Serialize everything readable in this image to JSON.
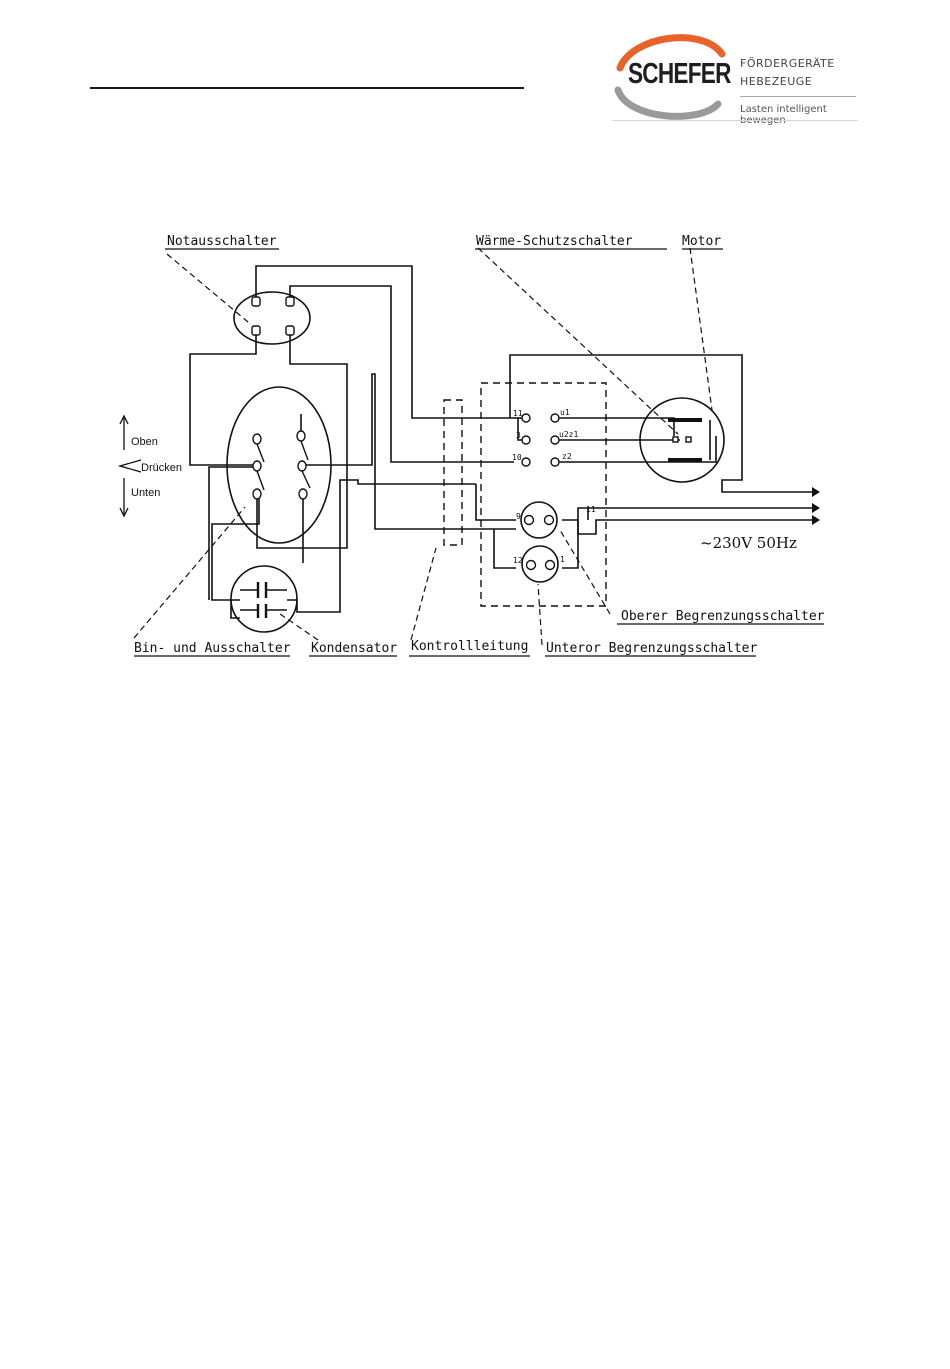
{
  "brand": {
    "name": "SCHEFER",
    "line1": "FÖRDERGERÄTE",
    "line2": "HEBEZEUGE",
    "tagline": "Lasten intelligent bewegen",
    "colors": {
      "accent": "#e8632a",
      "dark": "#222222",
      "gray": "#8a8a8a"
    }
  },
  "diagram": {
    "labels": {
      "emergency_stop": "Notausschalter",
      "thermal_switch": "Wärme-Schutzschalter",
      "motor": "Motor",
      "up": "Oben",
      "press": "Drücken",
      "down": "Unten",
      "on_off_switch": "Bin- und Ausschalter",
      "capacitor": "Kondensator",
      "control_line": "Kontrollleitung",
      "lower_limit_switch": "Unteror Begrenzungsschalter",
      "upper_limit_switch": "Oberer Begrenzungsschalter",
      "supply": "~230V 50Hz"
    },
    "terminals": {
      "t11": "11",
      "t3": "3",
      "t10": "10",
      "u1": "u1",
      "u2z1": "u2z1",
      "z2": "z2",
      "t9": "9",
      "t12": "12",
      "t1": "1",
      "t11b": "11"
    }
  }
}
